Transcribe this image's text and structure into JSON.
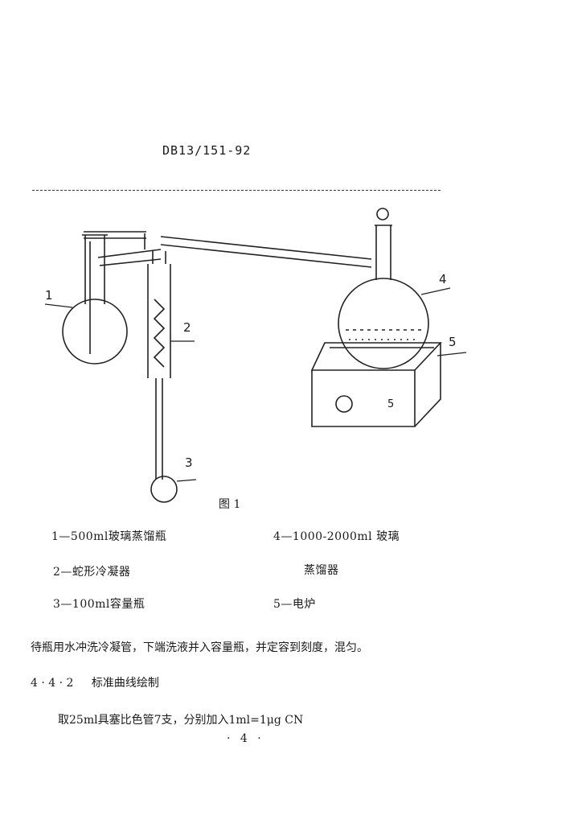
{
  "header": {
    "standard_code": "DB13/151-92"
  },
  "figure": {
    "caption": "图 1",
    "callouts": [
      "1",
      "2",
      "3",
      "4",
      "5"
    ],
    "heater_panel_label": "5",
    "legend": {
      "item1": "1—500ml玻璃蒸馏瓶",
      "item2": "2—蛇形冷凝器",
      "item3": "3—100ml容量瓶",
      "item4_line1": "4—1000-2000ml 玻璃",
      "item4_line2": "蒸馏器",
      "item5": "5—电炉"
    }
  },
  "body": {
    "paragraph1": "待瓶用水冲洗冷凝管，下端洗液并入容量瓶，并定容到刻度，混匀。",
    "section_number": "4 · 4 · 2",
    "section_title": "标准曲线绘制",
    "paragraph2": "取25ml具塞比色管7支，分别加入1ml=1μg CN"
  },
  "footer": {
    "page_number": "· 4 ·"
  }
}
